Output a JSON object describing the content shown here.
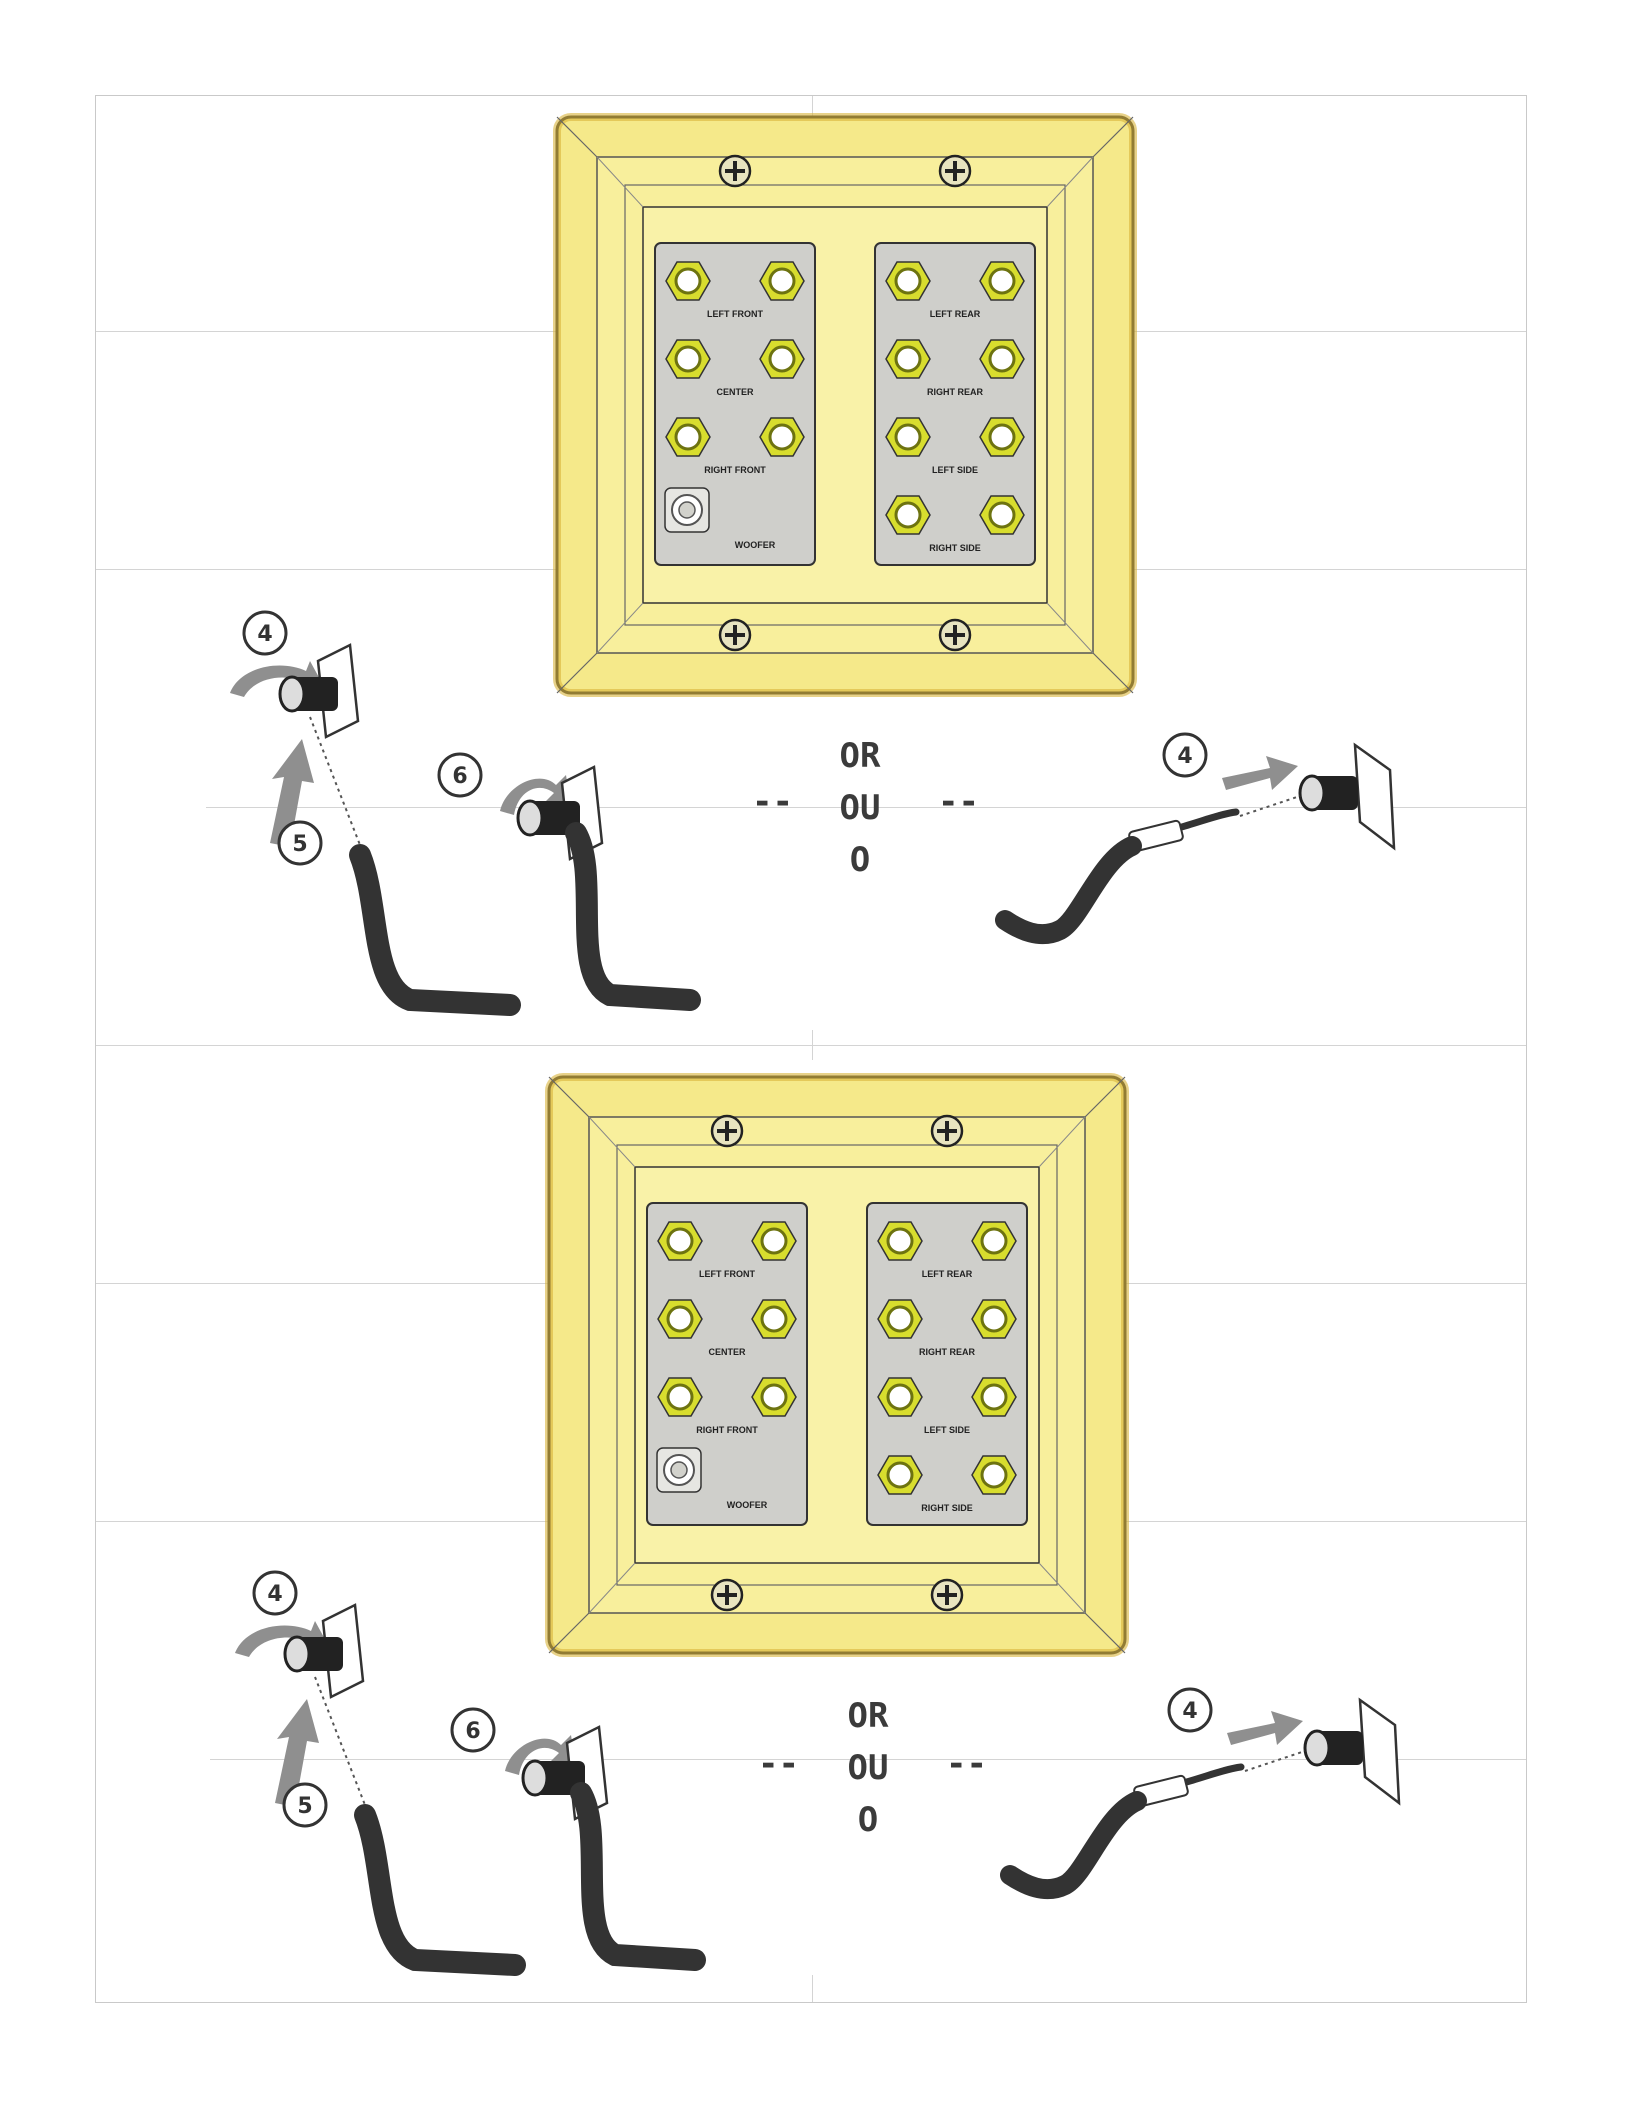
{
  "sections": [
    {
      "panel_labels": {
        "left_front": "LEFT FRONT",
        "center": "CENTER",
        "right_front": "RIGHT FRONT",
        "woofer": "WOOFER",
        "left_rear": "LEFT REAR",
        "right_rear": "RIGHT REAR",
        "left_side": "LEFT SIDE",
        "right_side": "RIGHT SIDE"
      },
      "or_text": [
        "OR",
        "OU",
        "O"
      ],
      "dash": "--",
      "steps": {
        "unscrew": "4",
        "insert": "5",
        "tighten": "6",
        "plug": "4"
      }
    },
    {
      "panel_labels": {
        "left_front": "LEFT FRONT",
        "center": "CENTER",
        "right_front": "RIGHT FRONT",
        "woofer": "WOOFER",
        "left_rear": "LEFT REAR",
        "right_rear": "RIGHT REAR",
        "left_side": "LEFT SIDE",
        "right_side": "RIGHT SIDE"
      },
      "or_text": [
        "OR",
        "OU",
        "O"
      ],
      "dash": "--",
      "steps": {
        "unscrew": "4",
        "insert": "5",
        "tighten": "6",
        "plug": "4"
      }
    }
  ],
  "colors": {
    "plate": "#f5e98a",
    "plate_edge": "#d8b43a",
    "panel": "#cfcfcb",
    "post": "#d8dd2e",
    "arrow": "#8f8f8f",
    "cable": "#333333"
  }
}
